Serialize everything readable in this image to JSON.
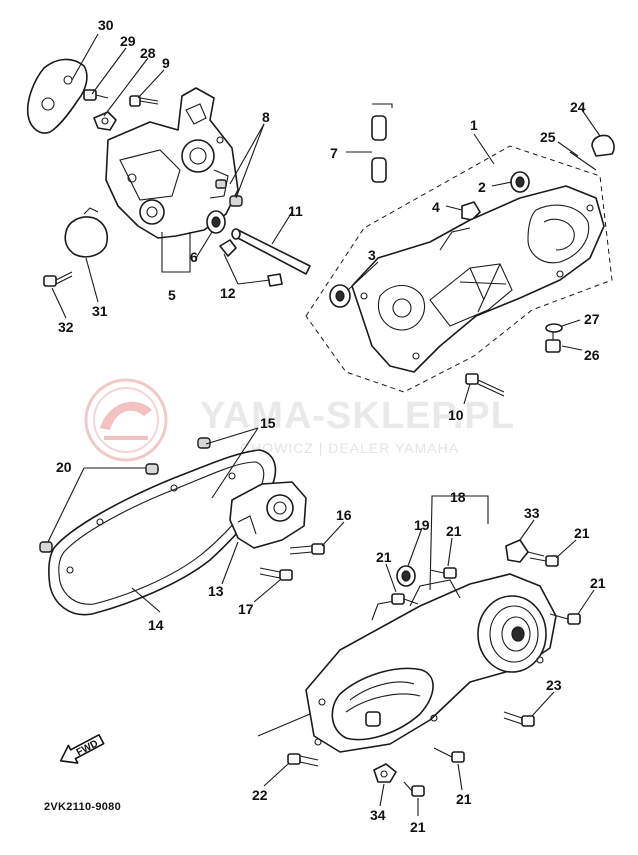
{
  "diagram": {
    "code": "2VK2110-9080",
    "watermark": {
      "brand": "YAMA-SKLEP.PL",
      "dealer": "CHOWICZ | DEALER YAMAHA"
    },
    "direction_label": "FWD",
    "callouts": [
      "1",
      "2",
      "3",
      "4",
      "5",
      "6",
      "7",
      "8",
      "9",
      "10",
      "11",
      "12",
      "13",
      "14",
      "15",
      "16",
      "17",
      "18",
      "19",
      "20",
      "21",
      "22",
      "23",
      "24",
      "25",
      "26",
      "27",
      "28",
      "29",
      "30",
      "31",
      "32",
      "33",
      "34"
    ]
  }
}
